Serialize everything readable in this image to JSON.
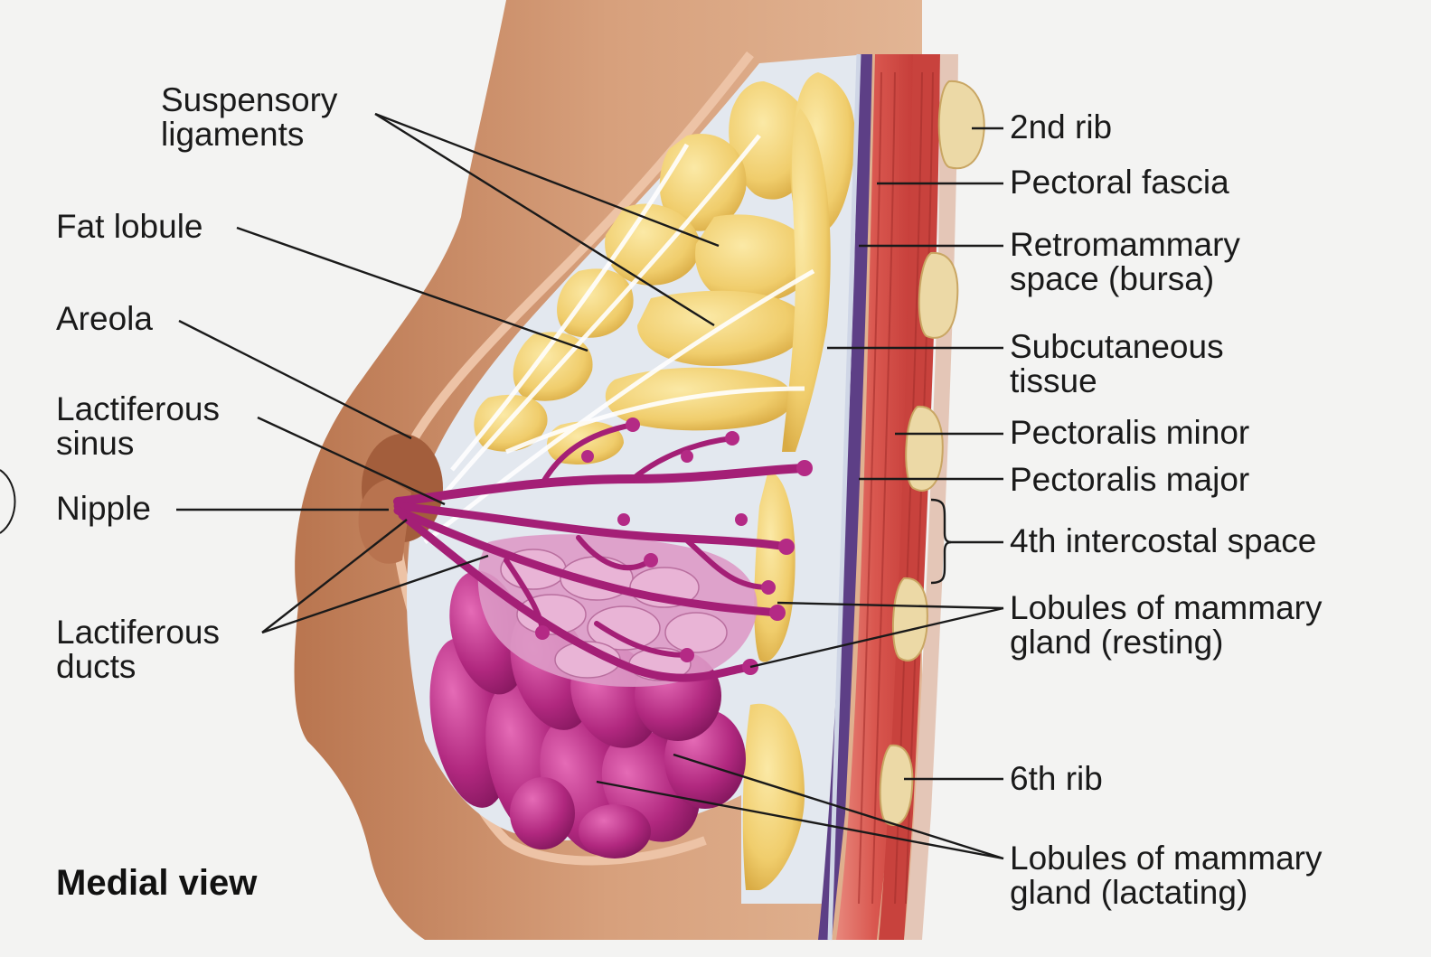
{
  "diagram": {
    "view_title": "Medial view",
    "labels_left": {
      "suspensory_1": "Suspensory",
      "suspensory_2": "ligaments",
      "fat_lobule": "Fat lobule",
      "areola": "Areola",
      "lact_sinus_1": "Lactiferous",
      "lact_sinus_2": "sinus",
      "nipple": "Nipple",
      "lact_ducts_1": "Lactiferous",
      "lact_ducts_2": "ducts"
    },
    "labels_right": {
      "rib2": "2nd rib",
      "pectoral_fascia": "Pectoral fascia",
      "retromammary_1": "Retromammary",
      "retromammary_2": "space (bursa)",
      "subcutaneous_1": "Subcutaneous",
      "subcutaneous_2": "tissue",
      "pect_minor": "Pectoralis minor",
      "pect_major": "Pectoralis major",
      "intercostal4": "4th intercostal space",
      "lob_rest_1": "Lobules of mammary",
      "lob_rest_2": "gland (resting)",
      "rib6": "6th rib",
      "lob_lact_1": "Lobules of mammary",
      "lob_lact_2": "gland (lactating)"
    },
    "colors": {
      "skin": "#c98a63",
      "fat": "#f2d27a",
      "connective": "#dfe4ec",
      "gland": "#a8257a",
      "gland_light": "#d79ac4",
      "muscle": "#d9574f",
      "fascia": "#5d3f86",
      "bone": "#ecd9a6"
    }
  }
}
